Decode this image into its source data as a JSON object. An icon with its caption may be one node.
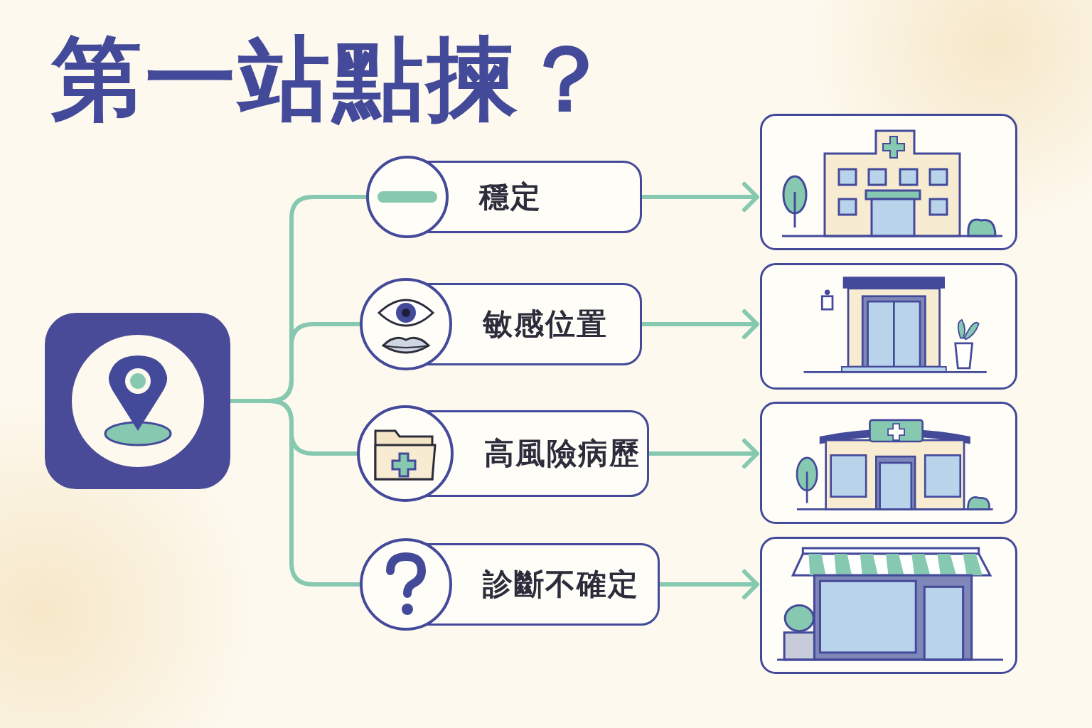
{
  "diagram": {
    "title": "第一站點揀？",
    "nodes": [
      {
        "text": [],
        "shape": "picture"
      },
      {
        "text": [
          "穩定"
        ]
      },
      {
        "text": [
          "敏感位置"
        ]
      },
      {
        "text": [
          "高風險病歷"
        ]
      },
      {
        "text": [
          "診斷不確定"
        ]
      },
      {
        "text": [],
        "shape": "picture"
      },
      {
        "text": [],
        "shape": "picture"
      },
      {
        "text": [],
        "shape": "picture"
      },
      {
        "text": [],
        "shape": "picture"
      }
    ],
    "edges": [
      {
        "from": 0,
        "to": 1,
        "arrow": "none"
      },
      {
        "from": 0,
        "to": 2,
        "arrow": "none"
      },
      {
        "from": 0,
        "to": 3,
        "arrow": "none"
      },
      {
        "from": 0,
        "to": 4,
        "arrow": "none"
      },
      {
        "from": 1,
        "to": 5,
        "arrow": "to"
      },
      {
        "from": 2,
        "to": 6,
        "arrow": "to"
      },
      {
        "from": 3,
        "to": 7,
        "arrow": "to"
      },
      {
        "from": 4,
        "to": 8,
        "arrow": "to"
      }
    ]
  }
}
